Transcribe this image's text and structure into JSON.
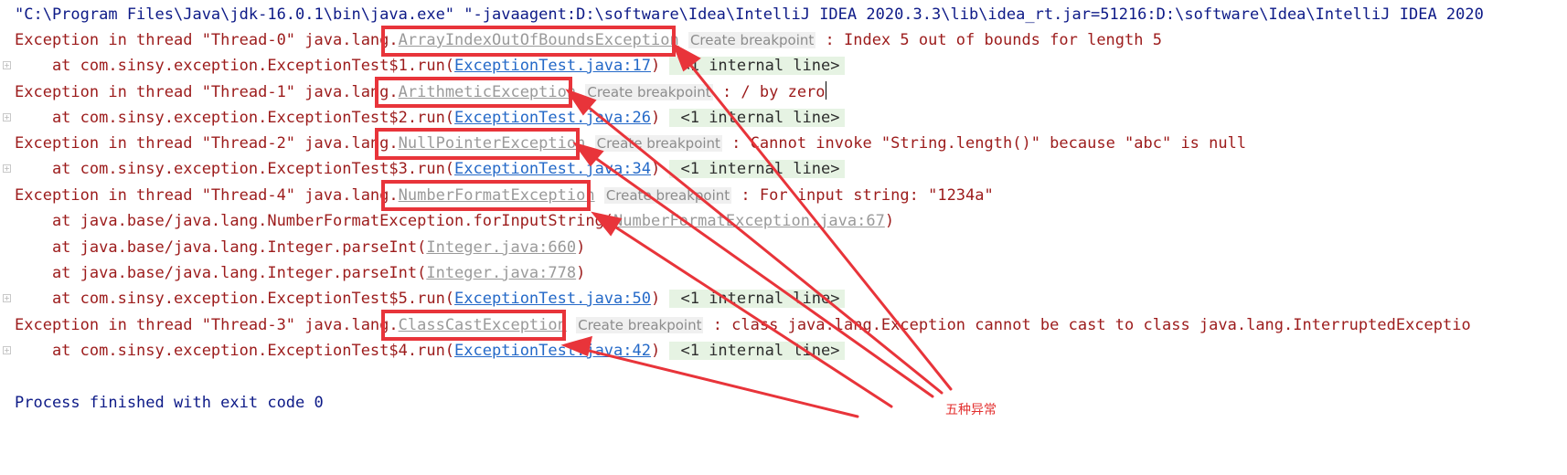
{
  "console": {
    "command_line": "\"C:\\Program Files\\Java\\jdk-16.0.1\\bin\\java.exe\" \"-javaagent:D:\\software\\Idea\\IntelliJ IDEA 2020.3.3\\lib\\idea_rt.jar=51216:D:\\software\\Idea\\IntelliJ IDEA 2020",
    "create_breakpoint": "Create breakpoint",
    "internal_line": "<1 internal line>",
    "caused": [
      {
        "prefix": "Exception in thread \"Thread-0\" java.lang.",
        "exception": "ArrayIndexOutOfBoundsException",
        "message": " : Index 5 out of bounds for length 5",
        "frame_prefix": "    at com.sinsy.exception.ExceptionTest$1.run(",
        "frame_link": "ExceptionTest.java:17",
        "frame_suffix": ")"
      },
      {
        "prefix": "Exception in thread \"Thread-1\" java.lang.",
        "exception": "ArithmeticException",
        "message": " : / by zero",
        "frame_prefix": "    at com.sinsy.exception.ExceptionTest$2.run(",
        "frame_link": "ExceptionTest.java:26",
        "frame_suffix": ")"
      },
      {
        "prefix": "Exception in thread \"Thread-2\" java.lang.",
        "exception": "NullPointerException",
        "message": " : Cannot invoke \"String.length()\" because \"abc\" is null",
        "frame_prefix": "    at com.sinsy.exception.ExceptionTest$3.run(",
        "frame_link": "ExceptionTest.java:34",
        "frame_suffix": ")"
      },
      {
        "prefix": "Exception in thread \"Thread-4\" java.lang.",
        "exception": "NumberFormatException",
        "message": " : For input string: \"1234a\""
      },
      {
        "prefix": "Exception in thread \"Thread-3\" java.lang.",
        "exception": "ClassCastException",
        "message": " : class java.lang.Exception cannot be cast to class java.lang.InterruptedExceptio",
        "frame_prefix": "    at com.sinsy.exception.ExceptionTest$4.run(",
        "frame_link": "ExceptionTest.java:42",
        "frame_suffix": ")"
      }
    ],
    "nfe_frames": [
      {
        "prefix": "    at java.base/java.lang.NumberFormatException.forInputString(",
        "link": "NumberFormatException.java:67",
        "suffix": ")"
      },
      {
        "prefix": "    at java.base/java.lang.Integer.parseInt(",
        "link": "Integer.java:660",
        "suffix": ")"
      },
      {
        "prefix": "    at java.base/java.lang.Integer.parseInt(",
        "link": "Integer.java:778",
        "suffix": ")"
      },
      {
        "prefix": "    at com.sinsy.exception.ExceptionTest$5.run(",
        "link": "ExceptionTest.java:50",
        "suffix": ")"
      }
    ],
    "exit_line": "Process finished with exit code 0"
  },
  "annotation": {
    "label": "五种异常",
    "color": "#e3302f"
  }
}
